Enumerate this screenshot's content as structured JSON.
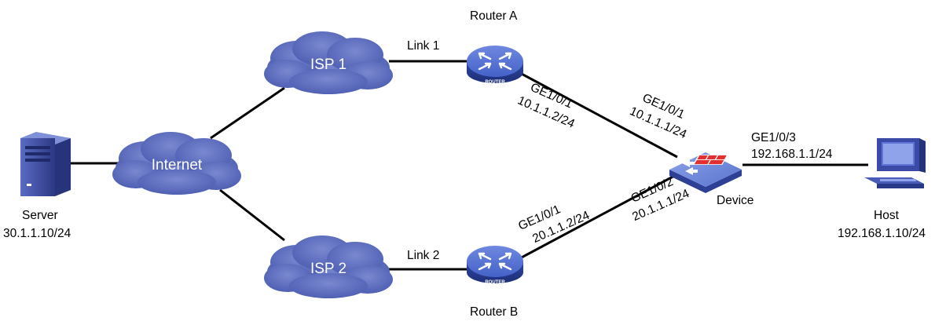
{
  "colors": {
    "cloud": "#5b6bbf",
    "cloud_light": "#7582cc",
    "router_body": "#3f57b8",
    "router_top": "#5e77d6",
    "line": "#000000",
    "firewall_red": "#e03030",
    "server_body": "#3d4a9c"
  },
  "nodes": {
    "isp1": {
      "label": "ISP 1"
    },
    "isp2": {
      "label": "ISP 2"
    },
    "internet": {
      "label": "Internet"
    },
    "router_a": {
      "label": "Router A",
      "badge": "ROUTER"
    },
    "router_b": {
      "label": "Router B",
      "badge": "ROUTER"
    },
    "device": {
      "label": "Device"
    },
    "server": {
      "label": "Server",
      "ip": "30.1.1.10/24"
    },
    "host": {
      "label": "Host",
      "ip": "192.168.1.10/24"
    }
  },
  "links": {
    "link1": "Link 1",
    "link2": "Link 2"
  },
  "interfaces": {
    "ra_if": "GE1/0/1",
    "ra_ip": "10.1.1.2/24",
    "dev_a_if": "GE1/0/1",
    "dev_a_ip": "10.1.1.1/24",
    "rb_if": "GE1/0/1",
    "rb_ip": "20.1.1.2/24",
    "dev_b_if": "GE1/0/2",
    "dev_b_ip": "20.1.1.1/24",
    "dev_host_if": "GE1/0/3",
    "dev_host_ip": "192.168.1.1/24"
  }
}
